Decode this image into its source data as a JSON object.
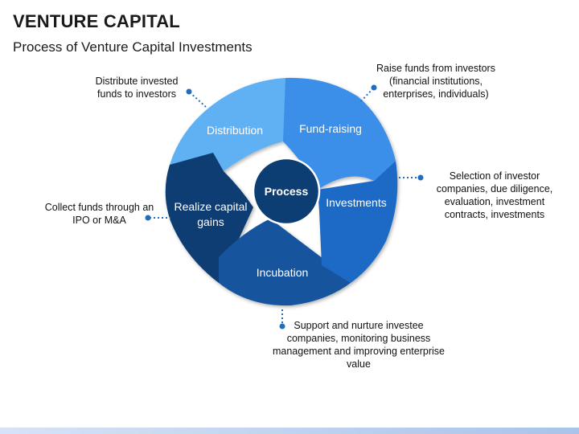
{
  "header": {
    "title": "VENTURE CAPITAL",
    "subtitle": "Process of Venture Capital Investments"
  },
  "process": {
    "center_label": "Process",
    "segments": [
      {
        "label": "Fund-raising",
        "color": "#3a8fe8"
      },
      {
        "label": "Investments",
        "color": "#1e6bc6"
      },
      {
        "label": "Incubation",
        "color": "#13549e"
      },
      {
        "label_lines": [
          "Realize capital",
          "gains"
        ],
        "color": "#0d3e73"
      },
      {
        "label": "Distribution",
        "color": "#5fb1f3"
      }
    ],
    "center_color": "#0d3e73"
  },
  "callouts": {
    "fund_raising": "Raise funds from investors\n(financial institutions,\nenterprises, individuals)",
    "investments": "Selection of investor\ncompanies, due diligence,\nevaluation, investment\ncontracts, investments",
    "incubation": "Support and nurture investee\ncompanies, monitoring business\nmanagement and improving enterprise\nvalue",
    "realize_gains": "Collect funds through an\nIPO or M&A",
    "distribution": "Distribute invested\nfunds to investors"
  },
  "colors": {
    "dot": "#1f6fc0",
    "title_text": "#1a1a1a"
  }
}
